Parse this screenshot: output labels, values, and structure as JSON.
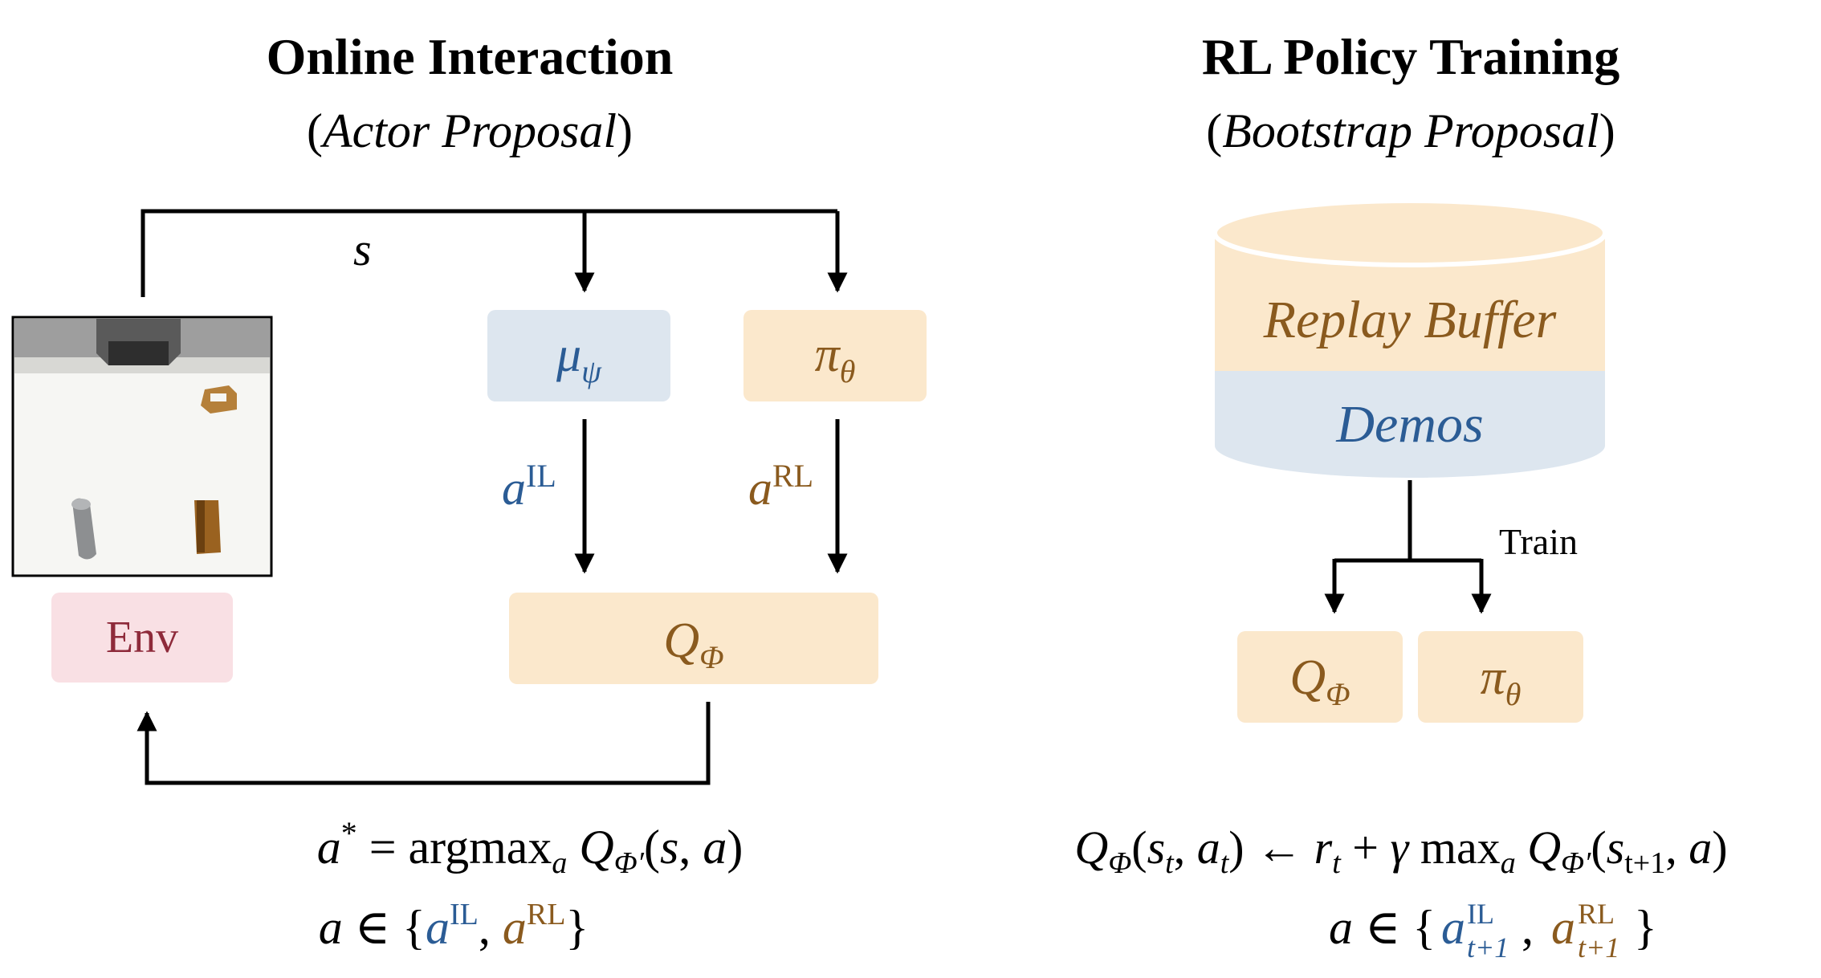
{
  "left_panel": {
    "title": "Online Interaction",
    "subtitle_open": "(",
    "subtitle_italic": "Actor Proposal",
    "subtitle_close": ")",
    "state_label": "s",
    "il_policy_sym": "μ",
    "il_policy_sub": "ψ",
    "rl_policy_sym": "π",
    "rl_policy_sub": "θ",
    "a_il_base": "a",
    "a_il_sup": "IL",
    "a_rl_base": "a",
    "a_rl_sup": "RL",
    "q_sym": "Q",
    "q_sub": "Φ",
    "env_label": "Env",
    "eq1": {
      "a": "a",
      "star": "*",
      "eq": " = argmax",
      "sub_a": "a",
      "q": " Q",
      "q_sub": "Φ′",
      "args_open": "(",
      "s": "s",
      "comma": ", ",
      "a2": "a",
      "args_close": ")"
    },
    "eq2": {
      "a": "a",
      "in": " ∈ {",
      "a_il": "a",
      "il": "IL",
      "comma": ", ",
      "a_rl": "a",
      "rl": "RL",
      "close": "}"
    }
  },
  "right_panel": {
    "title": "RL Policy Training",
    "subtitle_open": "(",
    "subtitle_italic": "Bootstrap Proposal",
    "subtitle_close": ")",
    "buffer_label": "Replay Buffer",
    "demos_label": "Demos",
    "train_label": "Train",
    "q_sym": "Q",
    "q_sub": "Φ",
    "pi_sym": "π",
    "pi_sub": "θ",
    "eq1": {
      "q": "Q",
      "q_sub": "Φ",
      "open": "(",
      "s": "s",
      "s_sub": "t",
      "comma": ", ",
      "a": "a",
      "a_sub": "t",
      "close_arrow": ") ← ",
      "r": "r",
      "r_sub": "t",
      "plus": " + ",
      "gamma": "γ",
      "max": " max",
      "max_sub": "a",
      "q2": " Q",
      "q2_sub": "Φ′",
      "open2": "(",
      "s2": "s",
      "s2_sub": "t+1",
      "comma2": ", ",
      "a2": "a",
      "close2": ")"
    },
    "eq2": {
      "a": "a",
      "in": " ∈ {",
      "a_il": "a",
      "il_sup": "IL",
      "il_sub": "t+1",
      "comma": ", ",
      "a_rl": "a",
      "rl_sup": "RL",
      "rl_sub": "t+1",
      "close": "}"
    }
  },
  "colors": {
    "blue_box": "#dde6ef",
    "orange_box": "#fbe8cc",
    "pink_box": "#f9e0e4",
    "blue_text": "#2b5c95",
    "orange_text": "#8a5a1e",
    "red_text": "#8e2a3a",
    "line": "#000000"
  }
}
